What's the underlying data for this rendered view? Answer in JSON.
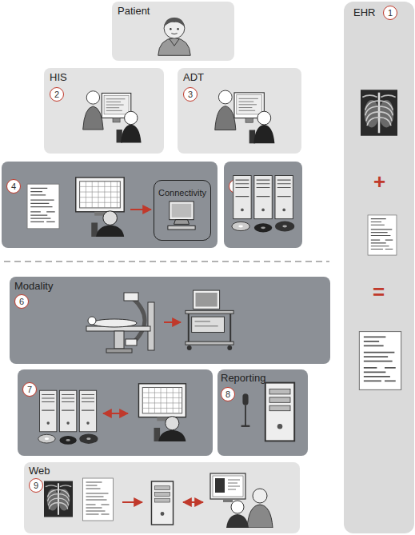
{
  "diagram": {
    "nodes": [
      {
        "text": [
          "Patient"
        ]
      },
      {
        "text": [
          "EHR",
          "1",
          "+",
          "="
        ]
      },
      {
        "text": [
          "HIS",
          "2"
        ]
      },
      {
        "text": [
          "ADT",
          "3"
        ]
      },
      {
        "text": [
          "4"
        ]
      },
      {
        "text": [
          "Connectivity"
        ],
        "in": 4
      },
      {
        "text": [
          "5"
        ]
      },
      {
        "text": [
          "Modality",
          "6"
        ]
      },
      {
        "text": [
          "7"
        ]
      },
      {
        "text": [
          "Reporting",
          "8"
        ]
      },
      {
        "text": [
          "Web",
          "9"
        ]
      }
    ]
  }
}
